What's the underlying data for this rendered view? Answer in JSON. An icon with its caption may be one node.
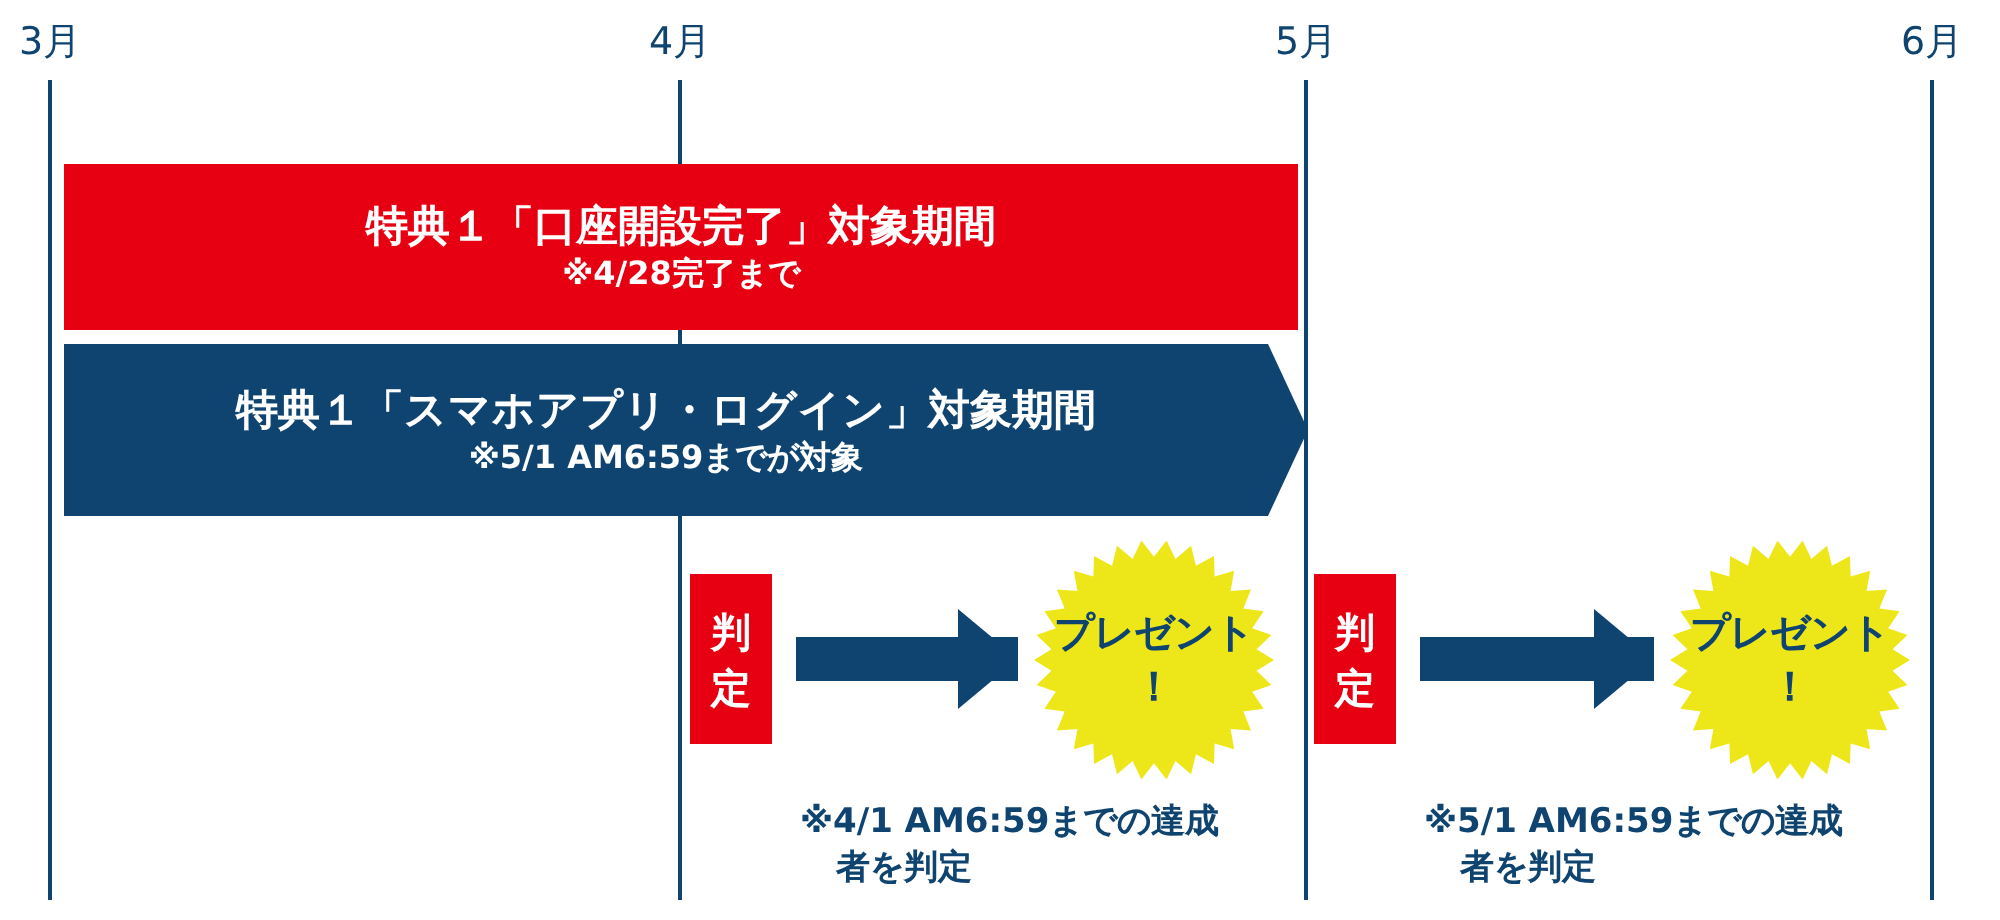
{
  "diagram": {
    "nodes": [
      {
        "text": [
          "特典１「口座開設完了」対象期間",
          "※4/28完了まで"
        ]
      },
      {
        "text": [
          "特典１「スマホアプリ・ログイン」対象期間",
          "※5/1 AM6:59までが対象"
        ]
      },
      {
        "text": [
          "判定"
        ]
      },
      {
        "text": [
          "プレゼント！"
        ],
        "beside": [
          "※4/1 AM6:59までの達成者を判定"
        ]
      },
      {
        "text": [
          "判定"
        ]
      },
      {
        "text": [
          "プレゼント！"
        ],
        "beside": [
          "※5/1 AM6:59までの達成者を判定"
        ]
      }
    ],
    "edges": [
      {
        "from": 2,
        "to": 3,
        "arrow": "to"
      },
      {
        "from": 4,
        "to": 5,
        "arrow": "to"
      }
    ],
    "labels": [
      "3月",
      "4月",
      "5月",
      "6月"
    ]
  }
}
